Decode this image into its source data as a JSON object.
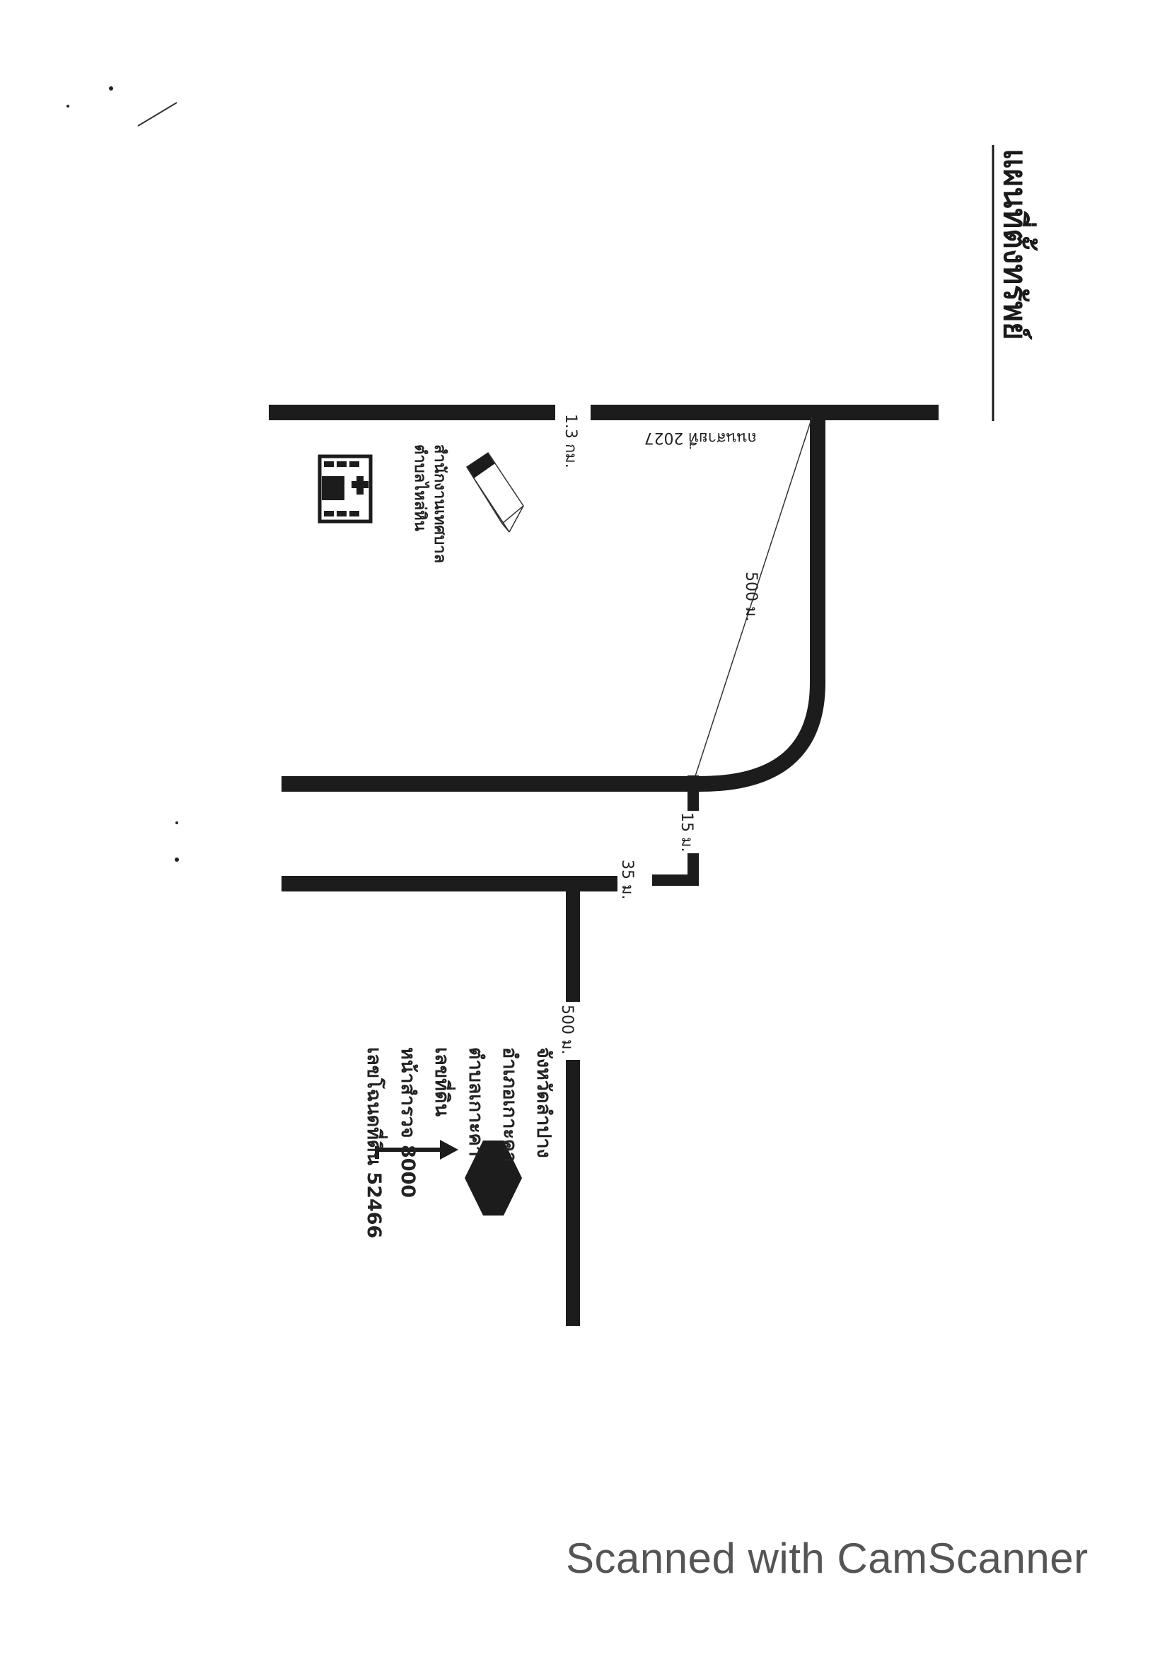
{
  "map": {
    "title": "แผนที่ตั้งทรัพย์",
    "road_label": "ถนนสายที่ 2027",
    "distance_top": "1.3 กม.",
    "distance_diagonal": "500 ม.",
    "distance_15": "15 ม.",
    "distance_35": "35 ม.",
    "distance_500_bottom": "500 ม.",
    "office_label_1": "สำนักงานเทศบาล",
    "office_label_2": "ตำบลไหล่หิน",
    "address_lines": [
      "เลขโฉนดที่ดิน 52466",
      "หน้าสำรวจ 8000",
      "เลขที่ดิน",
      "ตำบลเกาะคา",
      "อำเภอเกาะคา",
      "จังหวัดลำปาง"
    ],
    "icons": {
      "office": "hospital-building-icon",
      "box": "box-3d-icon",
      "property": "hexagon-marker-icon"
    }
  },
  "footer": {
    "watermark": "Scanned with CamScanner"
  }
}
